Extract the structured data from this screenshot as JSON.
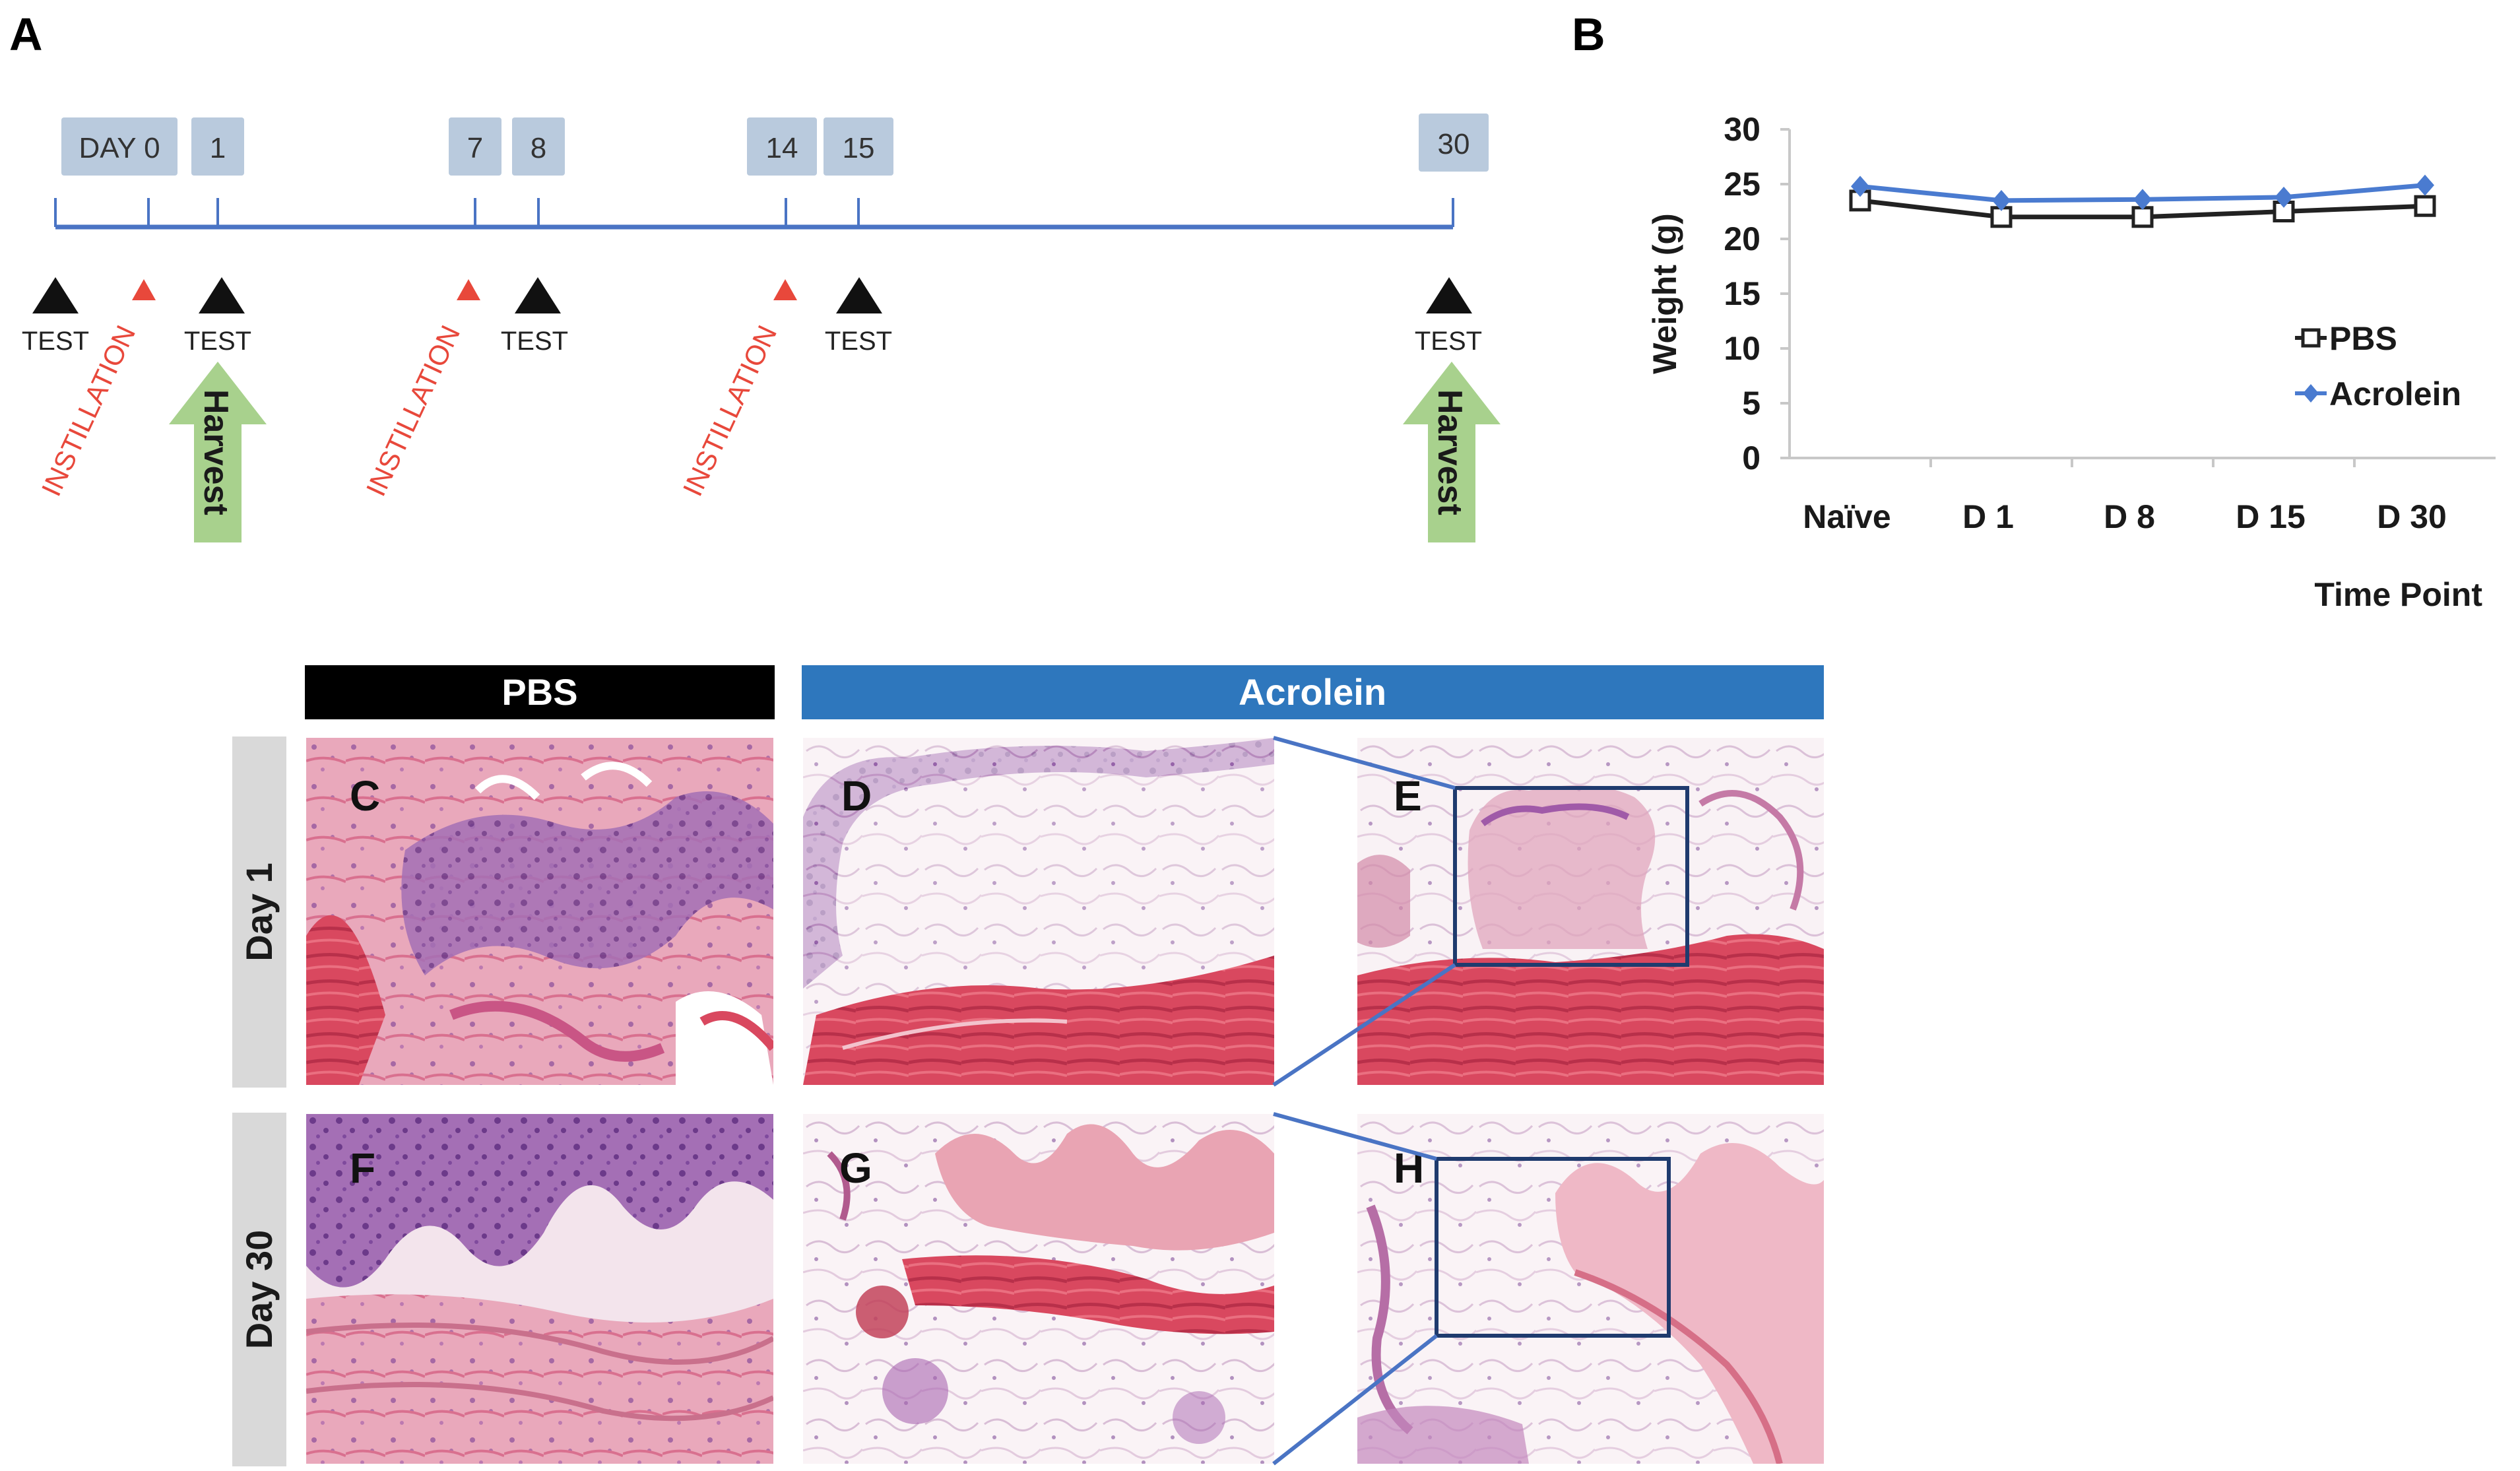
{
  "panels": {
    "a": "A",
    "b": "B",
    "c": "C",
    "d": "D",
    "e": "E",
    "f": "F",
    "g": "G",
    "h": "H"
  },
  "timeline": {
    "days": [
      "DAY 0",
      "1",
      "7",
      "8",
      "14",
      "15",
      "30"
    ],
    "test_label": "TEST",
    "instillation_label": "INSTILLATION",
    "harvest_label": "Harvest"
  },
  "chart_data": {
    "type": "line",
    "categories": [
      "Naïve",
      "D 1",
      "D 8",
      "D 15",
      "D 30"
    ],
    "series": [
      {
        "name": "PBS",
        "values": [
          23.5,
          22.0,
          22.0,
          22.5,
          23.0
        ],
        "color": "#222222",
        "marker": "open-square"
      },
      {
        "name": "Acrolein",
        "values": [
          24.8,
          23.5,
          23.6,
          23.8,
          24.9
        ],
        "color": "#4a7bd0",
        "marker": "filled-diamond"
      }
    ],
    "xlabel": "Time Point",
    "ylabel": "Weight (g)",
    "ylim": [
      0,
      30
    ],
    "yticks": [
      "0",
      "5",
      "10",
      "15",
      "20",
      "25",
      "30"
    ],
    "legend_position": "right"
  },
  "histology": {
    "pbs_header": "PBS",
    "acrolein_header": "Acrolein",
    "row_day1": "Day 1",
    "row_day30": "Day 30",
    "colors": {
      "pbs": "#000000",
      "acrolein": "#2e77bd",
      "row_label_bg": "#d9d9d9"
    }
  }
}
